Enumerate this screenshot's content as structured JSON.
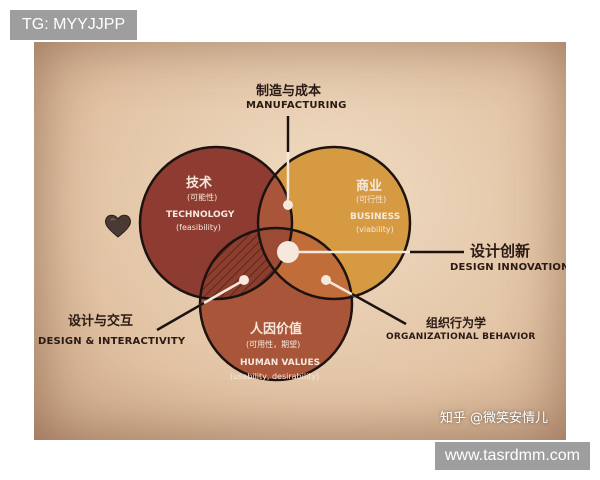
{
  "top_tag": "TG: MYYJJPP",
  "watermark": "www.tasrdmm.com",
  "zhihu_credit": "知乎 @微笑安情儿",
  "manufacturing": {
    "cn": "制造与成本",
    "en": "MANUFACTURING"
  },
  "design_innovation": {
    "cn": "设计创新",
    "en": "DESIGN INNOVATION"
  },
  "design_interactivity": {
    "cn": "设计与交互",
    "en": "DESIGN & INTERACTIVITY"
  },
  "organizational_behavior": {
    "cn": "组织行为学",
    "en": "ORGANIZATIONAL BEHAVIOR"
  },
  "technology": {
    "cn": "技术",
    "sub": "(可能性)",
    "en": "TECHNOLOGY",
    "en_sub": "(feasibility)"
  },
  "business": {
    "cn": "商业",
    "sub": "(可行性)",
    "en": "BUSINESS",
    "en_sub": "(viability)"
  },
  "human_values": {
    "cn": "人因价值",
    "sub": "(可用性，期望)",
    "en": "HUMAN VALUES",
    "en_sub": "(usability, desirability)"
  },
  "colors": {
    "technology": "#8e3b31",
    "business": "#d69a42",
    "human_values": "#a8553a",
    "outline": "#1c1310"
  },
  "icons": [
    "heart-icon"
  ]
}
